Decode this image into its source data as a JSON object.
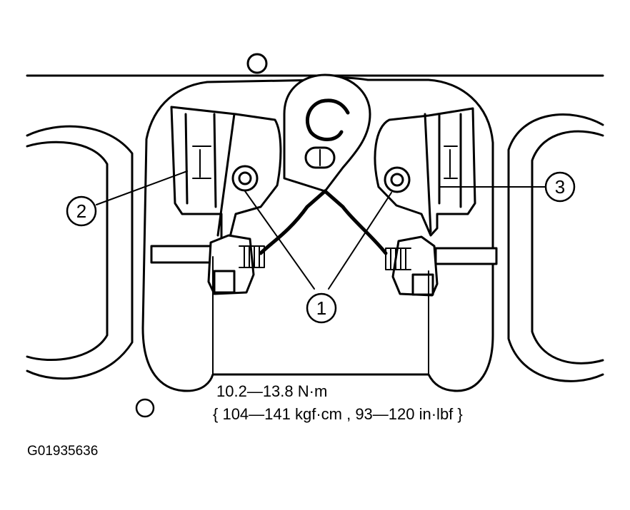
{
  "callouts": [
    {
      "id": "1",
      "label": "1"
    },
    {
      "id": "2",
      "label": "2"
    },
    {
      "id": "3",
      "label": "3"
    }
  ],
  "torque": {
    "line1": "10.2—13.8 N·m",
    "line2": "{ 104—141 kgf·cm , 93—120 in·lbf }"
  },
  "figure_id": "G01935636"
}
